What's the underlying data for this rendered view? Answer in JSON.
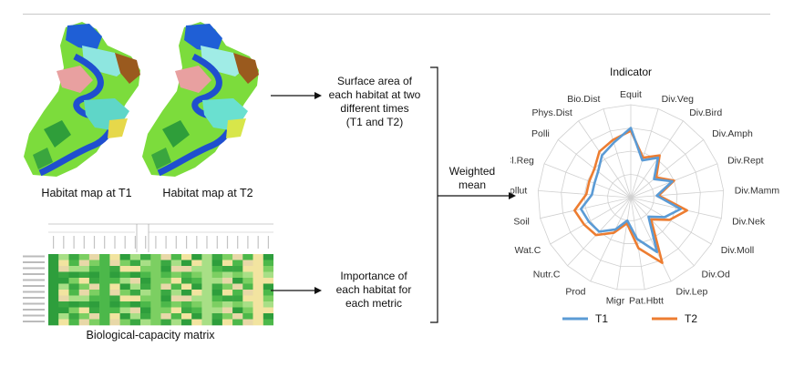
{
  "maps": [
    {
      "caption": "Habitat map at T1"
    },
    {
      "caption": "Habitat map at T2"
    }
  ],
  "matrix": {
    "caption": "Biological-capacity matrix"
  },
  "flow": {
    "surface_text": [
      "Surface area of",
      "each habitat at two",
      "different times",
      "(T1 and T2)"
    ],
    "importance_text": [
      "Importance of",
      "each habitat for",
      "each metric"
    ],
    "weighted_text": [
      "Weighted",
      "mean"
    ]
  },
  "chart_data": {
    "type": "radar",
    "title": "Indicator",
    "axes": [
      "Equit",
      "Div.Veg",
      "Div.Bird",
      "Div.Amph",
      "Div.Rept",
      "Div.Mamm",
      "Div.Nek",
      "Div.Moll",
      "Div.Od",
      "Div.Lep",
      "Pat.Hbtt",
      "Migr",
      "Prod",
      "Nutr.C",
      "Wat.C",
      "Soil",
      "Pollut",
      "Cl.Reg",
      "Polli",
      "Phys.Dist",
      "Bio.Dist"
    ],
    "rlim": [
      0,
      1
    ],
    "rings": 4,
    "series": [
      {
        "name": "T1",
        "color": "#5b9bd5",
        "values": [
          0.75,
          0.42,
          0.52,
          0.32,
          0.48,
          0.28,
          0.55,
          0.42,
          0.28,
          0.65,
          0.45,
          0.25,
          0.38,
          0.5,
          0.52,
          0.55,
          0.42,
          0.42,
          0.45,
          0.55,
          0.62
        ]
      },
      {
        "name": "T2",
        "color": "#ed7d31",
        "values": [
          0.72,
          0.45,
          0.55,
          0.35,
          0.5,
          0.3,
          0.62,
          0.48,
          0.32,
          0.78,
          0.55,
          0.28,
          0.42,
          0.55,
          0.58,
          0.62,
          0.48,
          0.48,
          0.5,
          0.6,
          0.65
        ]
      }
    ]
  }
}
